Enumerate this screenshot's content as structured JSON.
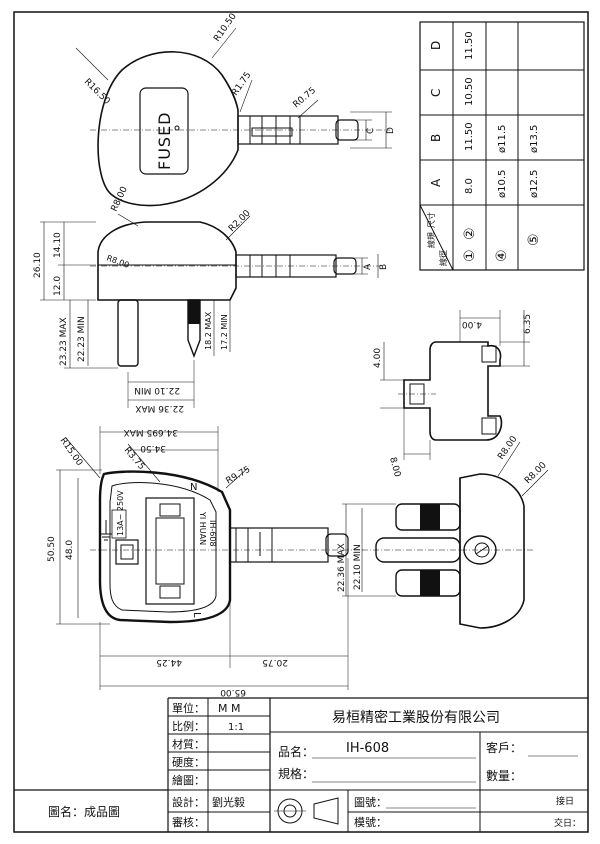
{
  "dimension_table": {
    "header_top": "線規",
    "header_side": "線徑",
    "header_unit": "尺寸",
    "columns": [
      "A",
      "B",
      "C",
      "D"
    ],
    "rows": [
      {
        "id": "②",
        "values": [
          "8.0",
          "11.50",
          "10.50",
          "11.50"
        ]
      },
      {
        "id": "④",
        "values": [
          "ø10.5",
          "ø11.5",
          "",
          ""
        ]
      },
      {
        "id": "⑤",
        "values": [
          "ø12.5",
          "ø13.5",
          "",
          ""
        ]
      }
    ],
    "row1_prefix": "①"
  },
  "top_view": {
    "label": "FUSED",
    "r_left": "R16.50",
    "r_top": "R10.50",
    "r_small": "R1.75",
    "r_pin": "R0.75",
    "dim_c": "C",
    "dim_d": "D"
  },
  "side_view": {
    "r_top": "R8.00",
    "r_mid": "R2.00",
    "r_inner": "R8.00",
    "h_total": "26.10",
    "h_top": "14.10",
    "h_bottom": "12.0",
    "pin_max": "23.23 MAX",
    "pin_min": "22.23 MIN",
    "pin2_max": "18.2 MAX",
    "pin2_min": "17.2 MIN",
    "width_min": "22.10 MIN",
    "width_max": "22.36 MAX",
    "dim_a": "A",
    "dim_b": "B"
  },
  "inner_view": {
    "w_max": "34.695 MAX",
    "w_mid": "34.50",
    "r_big": "R15.00",
    "r_a": "R3.75",
    "r_b": "R9.75",
    "h_total": "50.50",
    "h_inner": "48.0",
    "fuse_rating": "13A~ 250V",
    "brand": "YI HUAN",
    "model": "IH-608",
    "letter_n": "N",
    "letter_l": "L",
    "d_total": "65.00",
    "d_left": "44.25",
    "d_right": "20.75"
  },
  "insert_view": {
    "d_top": "4.00",
    "d_left": "4.00",
    "d_right": "6.35",
    "d_bottom": "8.00"
  },
  "front_view": {
    "r_a": "R8.00",
    "r_b": "R8.00",
    "pin_max": "22.36 MAX",
    "pin_min": "22.10 MIN"
  },
  "title_block": {
    "unit_label": "單位：",
    "unit_value": "M  M",
    "scale_label": "比例：",
    "scale_value": "1:1",
    "material_label": "材質：",
    "hardness_label": "硬度：",
    "drawn_label": "繪圖：",
    "design_label": "設計：",
    "design_value": "劉光毅",
    "review_label": "審核：",
    "company": "易桓精密工業股份有限公司",
    "part_name_label": "品名：",
    "part_name_value": "IH-608",
    "spec_label": "規格：",
    "customer_label": "客戶：",
    "qty_label": "數量：",
    "drawing_no_label": "圖號：",
    "mold_no_label": "模號：",
    "received_label": "接日",
    "delivery_label": "交日：",
    "drawing_title": "圖名：成品圖"
  }
}
